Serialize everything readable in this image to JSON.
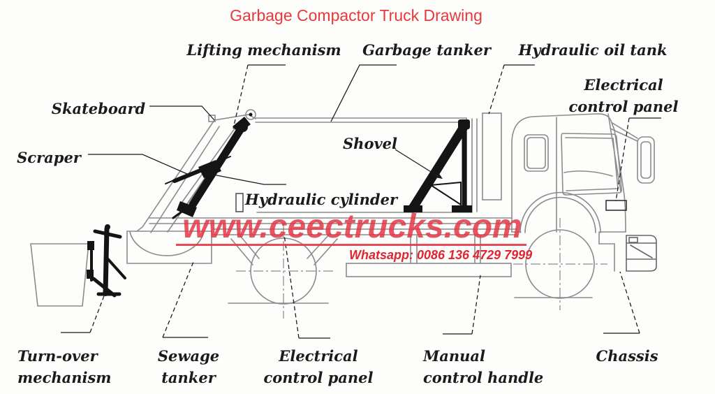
{
  "title": "Garbage Compactor Truck Drawing",
  "labels": {
    "lifting_mechanism": "Lifting mechanism",
    "garbage_tanker": "Garbage tanker",
    "hydraulic_oil_tank": "Hydraulic oil tank",
    "electrical_control_panel_top": {
      "line1": "Electrical",
      "line2": "control panel"
    },
    "skateboard": "Skateboard",
    "scraper": "Scraper",
    "shovel": "Shovel",
    "hydraulic_cylinder": "Hydraulic cylinder",
    "turn_over_mechanism": {
      "line1": "Turn-over",
      "line2": "mechanism"
    },
    "sewage_tanker": {
      "line1": "Sewage",
      "line2": "tanker"
    },
    "electrical_control_panel_bottom": {
      "line1": "Electrical",
      "line2": "control panel"
    },
    "manual_control_handle": {
      "line1": "Manual",
      "line2": "control handle"
    },
    "chassis": "Chassis"
  },
  "watermark": {
    "site": "www.ceectrucks.com",
    "whatsapp": "Whatsapp: 0086 136 4729 7999"
  },
  "colors": {
    "title_red": "#e6393a",
    "watermark_red": "#e33746",
    "whatsapp_red": "#e02531",
    "label_ink": "#1b1b1b",
    "drawing_gray": "#8b8b8b",
    "mechanism_black": "#141414"
  }
}
